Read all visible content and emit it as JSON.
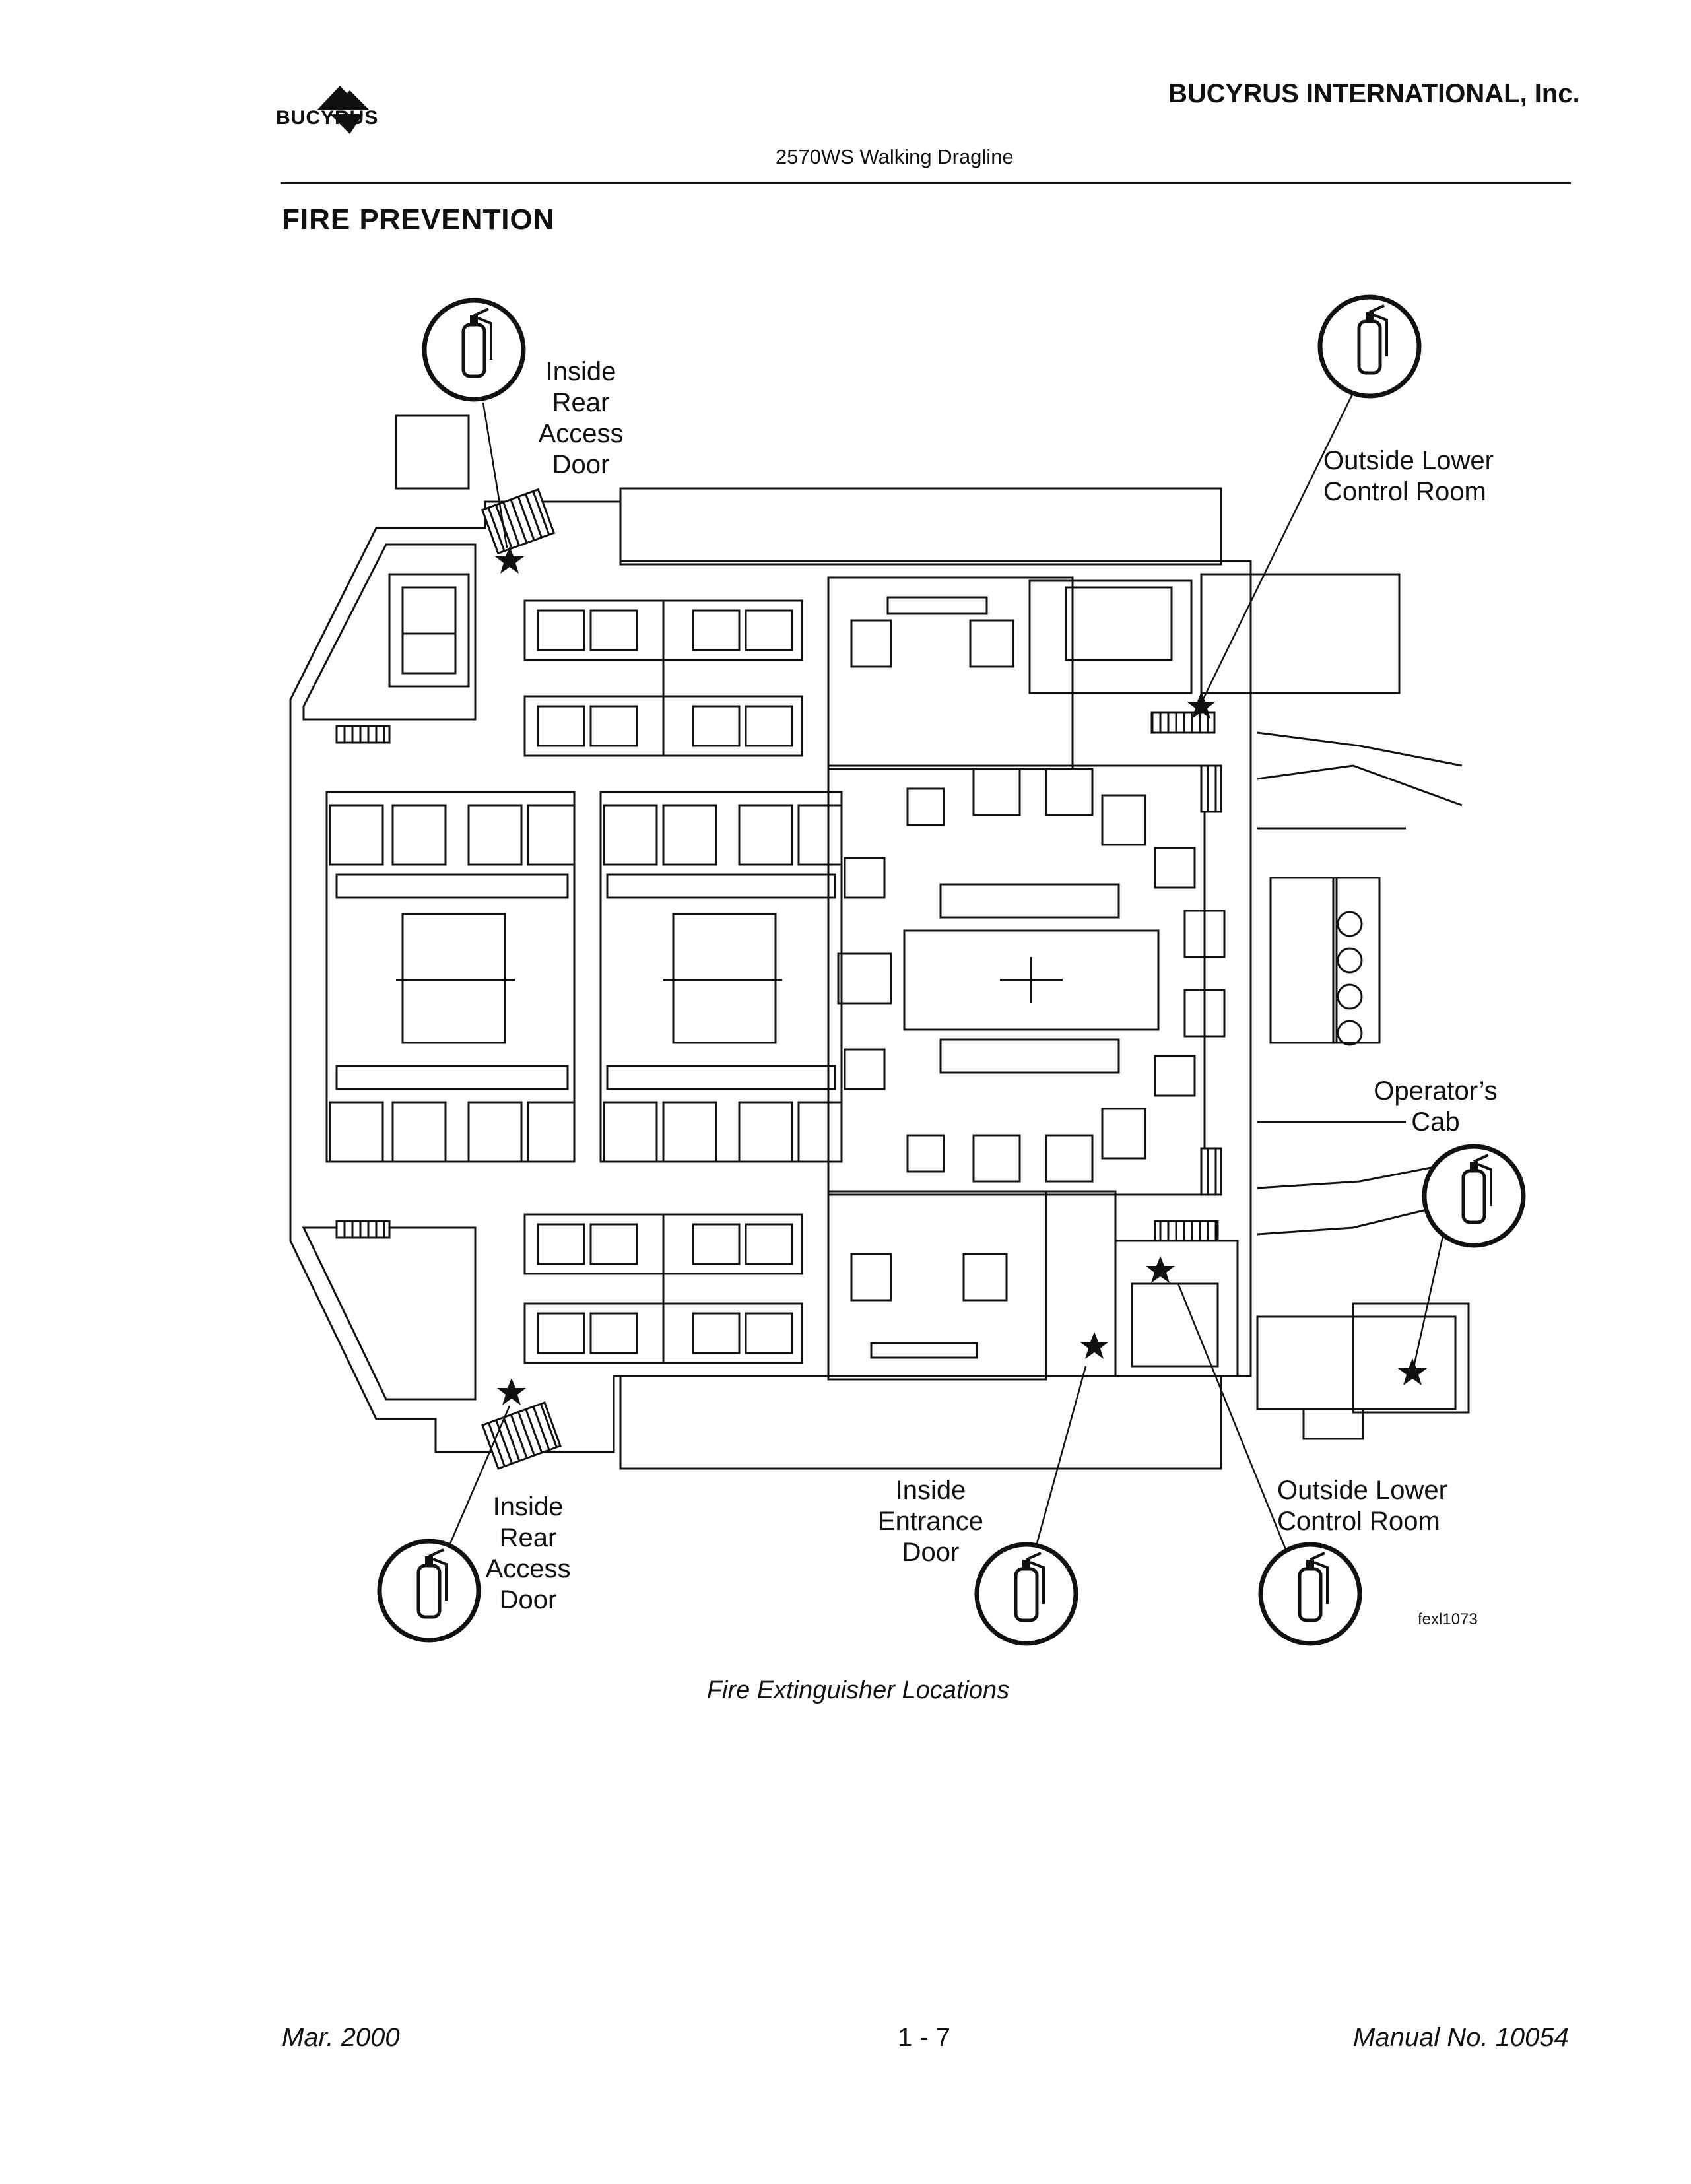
{
  "header": {
    "logo": "BUCYRUS",
    "company": "BUCYRUS INTERNATIONAL, Inc.",
    "model": "2570WS Walking Dragline"
  },
  "section_title": "FIRE PREVENTION",
  "diagram": {
    "labels": {
      "inside_rear_access_door_top": [
        "Inside",
        "Rear",
        "Access",
        "Door"
      ],
      "outside_lower_control_room_top": [
        "Outside Lower",
        "Control Room"
      ],
      "operators_cab": [
        "Operator’s",
        "Cab"
      ],
      "inside_rear_access_door_bottom": [
        "Inside",
        "Rear",
        "Access",
        "Door"
      ],
      "inside_entrance_door": [
        "Inside",
        "Entrance",
        "Door"
      ],
      "outside_lower_control_room_bottom": [
        "Outside Lower",
        "Control Room"
      ]
    },
    "figure_code": "fexl1073",
    "caption": "Fire Extinguisher Locations"
  },
  "footer": {
    "date": "Mar. 2000",
    "page": "1 - 7",
    "manual": "Manual No. 10054"
  }
}
